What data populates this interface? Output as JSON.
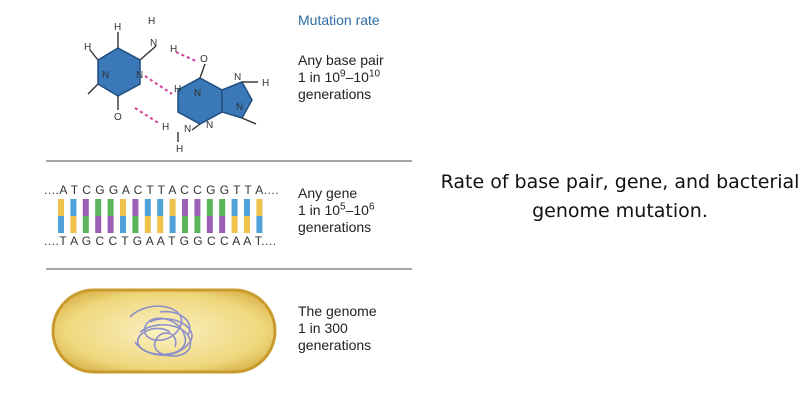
{
  "figure": {
    "header": "Mutation rate",
    "rows": [
      {
        "line1": "Any base pair",
        "rate_prefix": "1 in 10",
        "exp1": "9",
        "mid": "–10",
        "exp2": "10",
        "line3": "generations"
      },
      {
        "line1": "Any gene",
        "rate_prefix": "1 in 10",
        "exp1": "5",
        "mid": "–10",
        "exp2": "6",
        "line3": "generations"
      },
      {
        "line1": "The genome",
        "rate_prefix": "1 in 300",
        "line3": "generations"
      }
    ],
    "dna_top": "....A T C G G A C T T A C C G G T T A....",
    "dna_bottom": "....T A G C C T G A A T G G C C A A T....",
    "atom_labels": [
      "H",
      "H",
      "H",
      "N",
      "N",
      "N",
      "N",
      "O",
      "O",
      "N",
      "N",
      "H",
      "H",
      "H",
      "N",
      "N",
      "H",
      "H"
    ]
  },
  "caption": {
    "line1": "Rate of base pair, gene, and bacterial",
    "line2": "genome mutation."
  }
}
